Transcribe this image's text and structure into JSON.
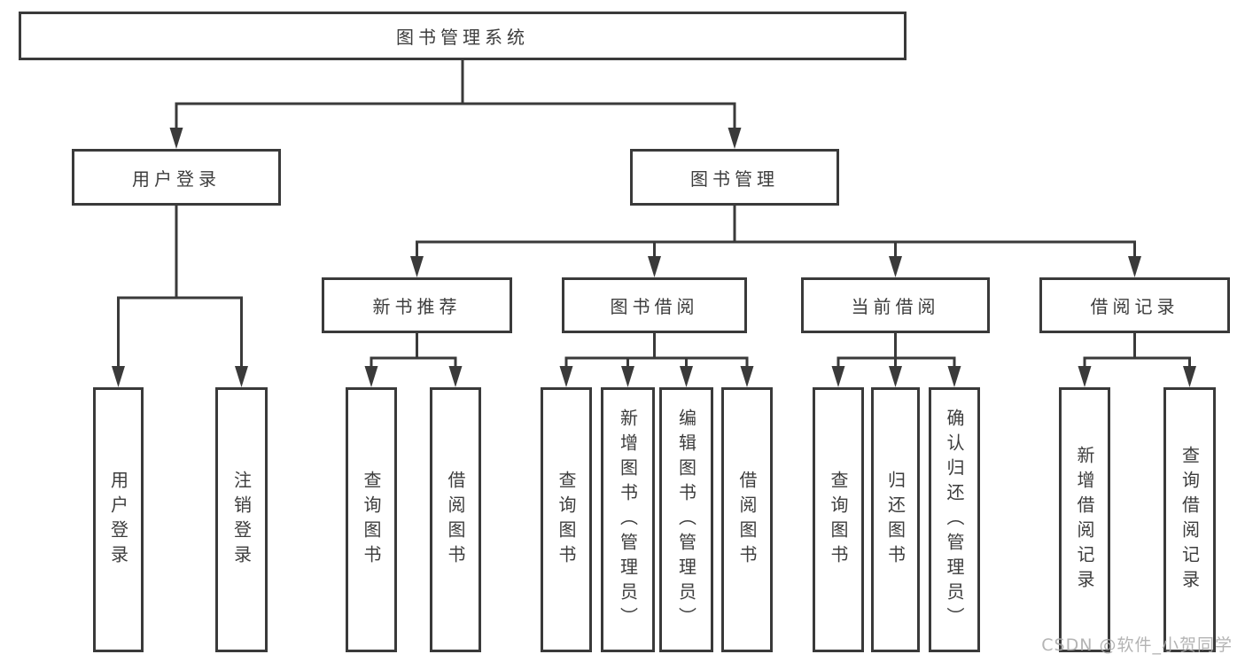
{
  "colors": {
    "line": "#3a3a3a",
    "box_border": "#3a3a3a",
    "box_background": "#ffffff",
    "text": "#3d3d3d",
    "watermark": "#aaaaaa",
    "page_background": "#ffffff"
  },
  "watermark": {
    "text": "CSDN @软件_小贺同学"
  },
  "tree": {
    "root": {
      "label": "图书管理系统"
    },
    "branches": [
      {
        "label": "用户登录",
        "children": [
          {
            "label": "用户登录"
          },
          {
            "label": "注销登录"
          }
        ]
      },
      {
        "label": "图书管理",
        "groups": [
          {
            "label": "新书推荐",
            "children": [
              {
                "label": "查询图书"
              },
              {
                "label": "借阅图书"
              }
            ]
          },
          {
            "label": "图书借阅",
            "children": [
              {
                "label": "查询图书"
              },
              {
                "label": "新增图书（管理员）"
              },
              {
                "label": "编辑图书（管理员）"
              },
              {
                "label": "借阅图书"
              }
            ]
          },
          {
            "label": "当前借阅",
            "children": [
              {
                "label": "查询图书"
              },
              {
                "label": "归还图书"
              },
              {
                "label": "确认归还（管理员）"
              }
            ]
          },
          {
            "label": "借阅记录",
            "children": [
              {
                "label": "新增借阅记录"
              },
              {
                "label": "查询借阅记录"
              }
            ]
          }
        ]
      }
    ]
  }
}
